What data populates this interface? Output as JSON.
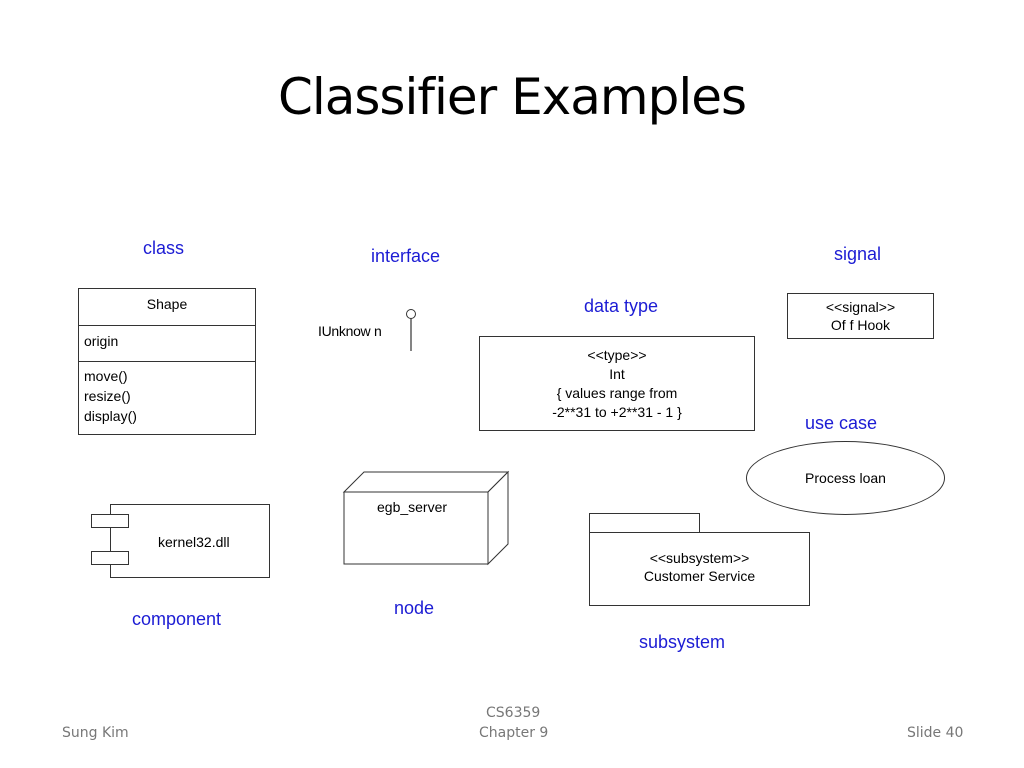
{
  "title": "Classifier Examples",
  "labels": {
    "class": "class",
    "interface": "interface",
    "signal": "signal",
    "data_type": "data type",
    "use_case": "use case",
    "component": "component",
    "node": "node",
    "subsystem": "subsystem"
  },
  "class_box": {
    "name": "Shape",
    "attributes": [
      "origin"
    ],
    "operations": [
      "move()",
      "resize()",
      "display()"
    ]
  },
  "interface_box": {
    "name": "IUnknow n"
  },
  "data_type_box": {
    "lines": [
      "<<type>>",
      "Int",
      "{ values range from",
      "-2**31 to +2**31 - 1 }"
    ]
  },
  "signal_box": {
    "stereotype": "<<signal>>",
    "name": "Of f Hook"
  },
  "use_case_box": {
    "name": "Process loan"
  },
  "component_box": {
    "name": "kernel32.dll"
  },
  "node_box": {
    "name": "egb_server"
  },
  "subsystem_box": {
    "stereotype": "<<subsystem>>",
    "name": "Customer Service"
  },
  "footer": {
    "author": "Sung Kim",
    "course": "CS6359",
    "chapter": "Chapter 9",
    "slide": "Slide 40"
  },
  "colors": {
    "label_blue": "#1c1cd4",
    "line": "#333333",
    "footer_gray": "#777777"
  }
}
